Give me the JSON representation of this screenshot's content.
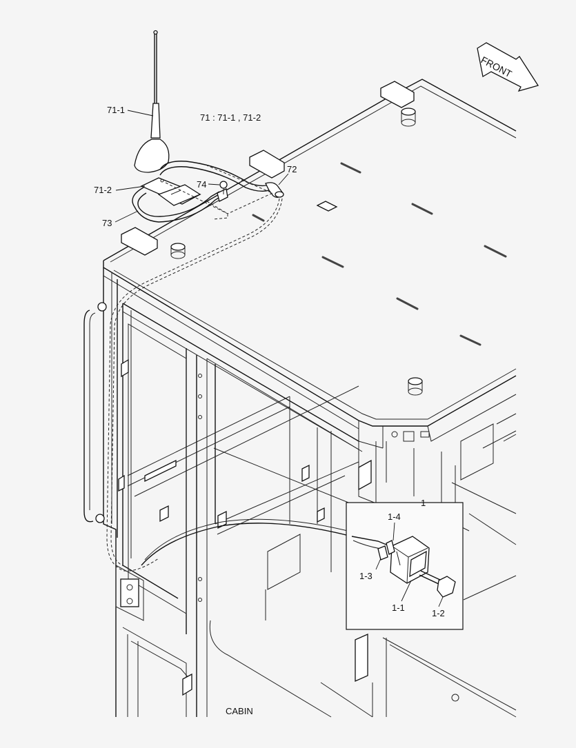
{
  "diagram": {
    "caption": "CABIN",
    "front_arrow_label": "FRONT",
    "assembly_note": "71  : 71-1 , 71-2",
    "callouts": {
      "c71_1": "71-1",
      "c71_2": "71-2",
      "c73": "73",
      "c74": "74",
      "c72": "72"
    },
    "inset": {
      "title": "1",
      "callouts": {
        "c1_4": "1-4",
        "c1_3": "1-3",
        "c1_1": "1-1",
        "c1_2": "1-2"
      }
    }
  }
}
